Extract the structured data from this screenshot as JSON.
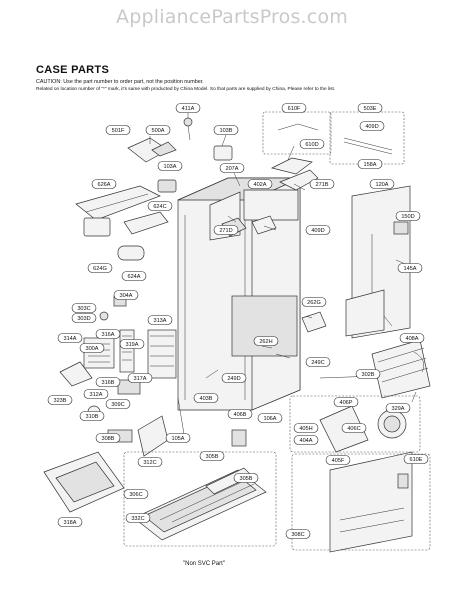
{
  "watermark": "AppliancePartsPros.com",
  "header": {
    "title": "CASE PARTS",
    "caution": "CAUTION: Use the part number to order part, not the position number.",
    "note": "Related on location number of \"*\" mark, it's same with producted by China Model. So that parts are supplied by China, Please refer to the list."
  },
  "footnote": "\"Non SVC Part\"",
  "parts": [
    "411A",
    "610F",
    "503E",
    "501F",
    "500A",
    "103B",
    "409D",
    "610D",
    "158A",
    "103A",
    "207A",
    "626A",
    "402A",
    "271B",
    "120A",
    "624C",
    "271D",
    "409D",
    "150D",
    "624G",
    "624A",
    "145A",
    "304A",
    "303C",
    "303D",
    "313A",
    "262G",
    "314A",
    "316A",
    "300A",
    "319A",
    "262H",
    "408A",
    "249C",
    "317A",
    "249D",
    "302B",
    "316B",
    "312A",
    "323B",
    "310B",
    "309C",
    "403B",
    "406B",
    "105A",
    "106A",
    "406P",
    "308B",
    "312C",
    "405H",
    "406C",
    "404A",
    "329A",
    "610E",
    "405F",
    "318A",
    "305B",
    "306C",
    "305B",
    "332C",
    "308C"
  ]
}
